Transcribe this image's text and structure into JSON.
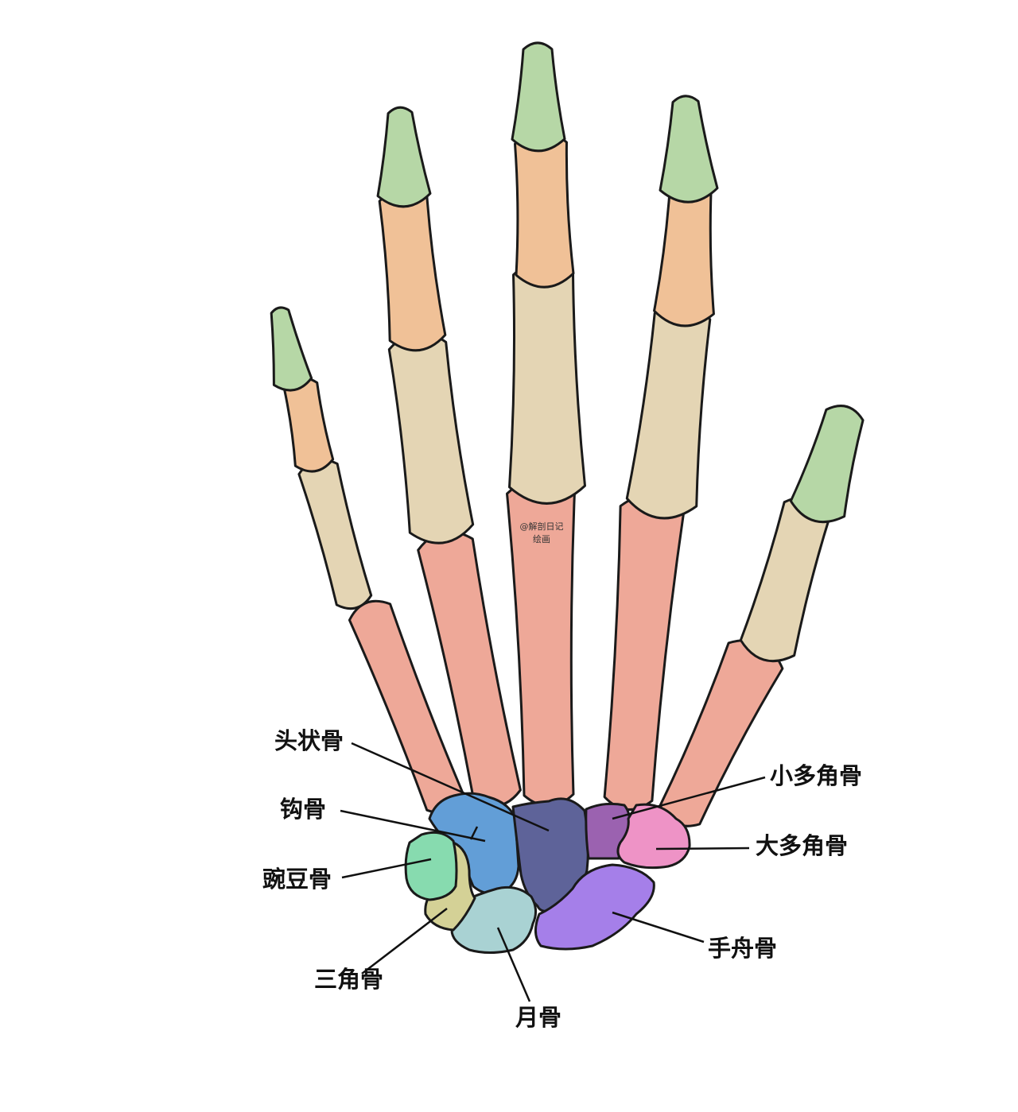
{
  "watermark": {
    "line1": "@解剖日记",
    "line2": "绘画"
  },
  "labels": {
    "capitate": "头状骨",
    "hamate": "钩骨",
    "pisiform": "豌豆骨",
    "triquetrum": "三角骨",
    "lunate": "月骨",
    "scaphoid": "手舟骨",
    "trapezium": "大多角骨",
    "trapezoid": "小多角骨"
  },
  "colors": {
    "distal_phalanx": "#b6d7a6",
    "middle_phalanx": "#f0c197",
    "proximal_phalanx": "#e4d5b4",
    "metacarpal": "#eea898",
    "hamate": "#629ed7",
    "capitate": "#5e6399",
    "trapezoid": "#9b62b0",
    "trapezium": "#ee93c6",
    "pisiform": "#87dbaf",
    "triquetrum": "#d4d196",
    "lunate": "#a9d2d3",
    "scaphoid": "#a57fe9"
  }
}
